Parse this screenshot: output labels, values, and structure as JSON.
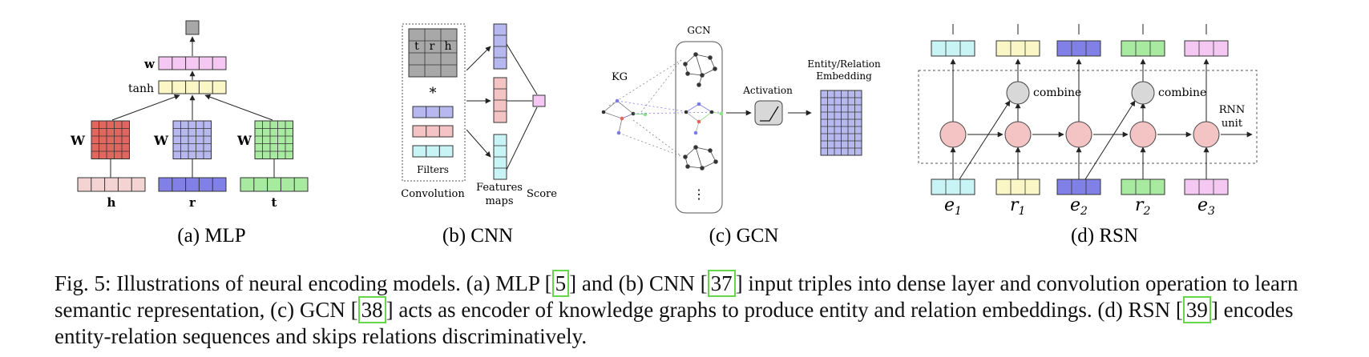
{
  "mlp": {
    "w_label": "w",
    "tanh_label": "tanh",
    "W1": "W",
    "W2": "W",
    "W3": "W",
    "h": "h",
    "r": "r",
    "t": "t",
    "subcaption": "(a) MLP"
  },
  "cnn": {
    "filter_letters": [
      "t",
      "r",
      "h"
    ],
    "star": "*",
    "filters_label": "Filters",
    "convolution_label": "Convolution",
    "features_label_1": "Features",
    "features_label_2": "maps",
    "score_label": "Score",
    "subcaption": "(b) CNN"
  },
  "gcn": {
    "gcn_label": "GCN",
    "kg_label": "KG",
    "activation_label": "Activation",
    "embedding_label_1": "Entity/Relation",
    "embedding_label_2": "Embedding",
    "dots": "⋮",
    "subcaption": "(c) GCN"
  },
  "rsn": {
    "combine_1": "combine",
    "combine_2": "combine",
    "rnn_label_1": "RNN",
    "rnn_label_2": "unit",
    "seq": [
      {
        "sym": "e",
        "sub": "1"
      },
      {
        "sym": "r",
        "sub": "1"
      },
      {
        "sym": "e",
        "sub": "2"
      },
      {
        "sym": "r",
        "sub": "2"
      },
      {
        "sym": "e",
        "sub": "3"
      }
    ],
    "subcaption": "(d) RSN"
  },
  "caption": {
    "p1": "Fig. 5: Illustrations of neural encoding models. (a) MLP [",
    "ref1": "5",
    "p2": "] and (b) CNN [",
    "ref2": "37",
    "p3": "] input triples into dense layer and convolution operation to learn semantic representation, (c) GCN [",
    "ref3": "38",
    "p4": "] acts as encoder of knowledge graphs to produce entity and relation embeddings. (d) RSN [",
    "ref4": "39",
    "p5": "] encodes entity-relation sequences and skips relations discriminatively."
  },
  "colors": {
    "pink": "#f4d3d3",
    "blue": "#b8b8f0",
    "deep_blue": "#8080e6",
    "green": "#a8eaa0",
    "yellow": "#fbf6c6",
    "violet": "#f4c8f2",
    "cyan": "#c8f4f6",
    "red_matrix": "#e06660",
    "gray_box": "#a8a8a8",
    "rnn_circle": "#f4c4c4",
    "combine_circle": "#d8d8d8",
    "ref_border": "#66d64a"
  }
}
